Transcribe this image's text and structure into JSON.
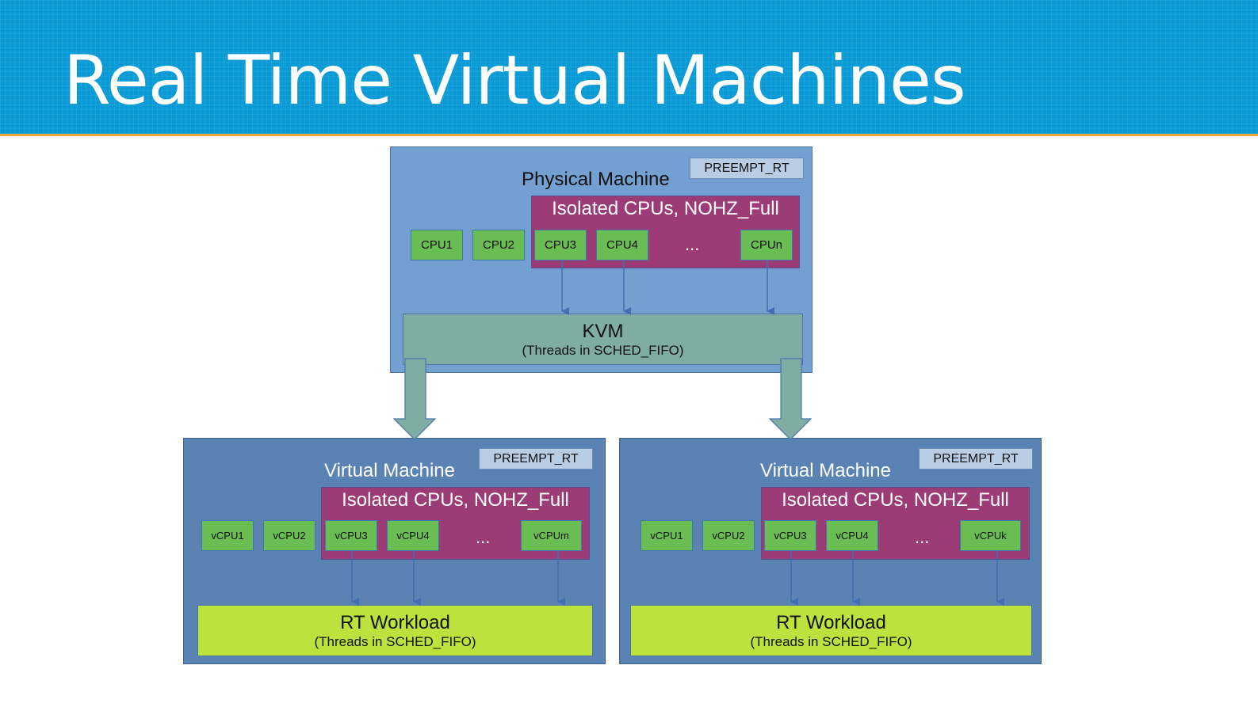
{
  "title": "Real Time Virtual Machines",
  "physical": {
    "label": "Physical Machine",
    "badge": "PREEMPT_RT",
    "isolated_label": "Isolated CPUs, NOHZ_Full",
    "cpus": [
      "CPU1",
      "CPU2",
      "CPU3",
      "CPU4",
      "CPUn"
    ],
    "dots": "...",
    "kvm_title": "KVM",
    "kvm_sub": "(Threads in SCHED_FIFO)"
  },
  "vm_left": {
    "label": "Virtual Machine",
    "badge": "PREEMPT_RT",
    "isolated_label": "Isolated CPUs, NOHZ_Full",
    "cpus": [
      "vCPU1",
      "vCPU2",
      "vCPU3",
      "vCPU4",
      "vCPUm"
    ],
    "dots": "...",
    "workload_title": "RT Workload",
    "workload_sub": "(Threads in SCHED_FIFO)"
  },
  "vm_right": {
    "label": "Virtual Machine",
    "badge": "PREEMPT_RT",
    "isolated_label": "Isolated CPUs, NOHZ_Full",
    "cpus": [
      "vCPU1",
      "vCPU2",
      "vCPU3",
      "vCPU4",
      "vCPUk"
    ],
    "dots": "...",
    "workload_title": "RT Workload",
    "workload_sub": "(Threads in SCHED_FIFO)"
  },
  "colors": {
    "header": "#0a9ad6",
    "physical_bg": "#739fd1",
    "vm_bg": "#5a83b4",
    "isolated_bg": "#9b3c76",
    "cpu_bg": "#6abd52",
    "kvm_bg": "#7fada4",
    "workload_bg": "#bbe23d",
    "arrow": "#3f6fb0"
  }
}
